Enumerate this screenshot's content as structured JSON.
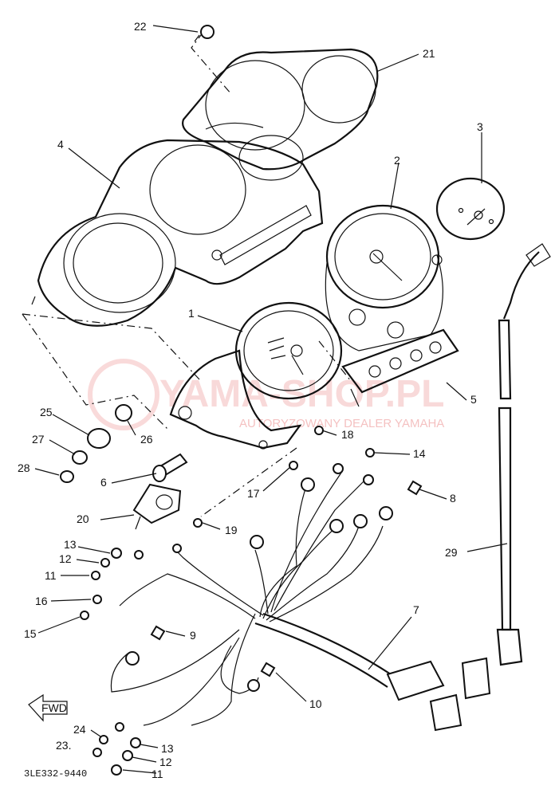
{
  "diagram": {
    "labels": [
      {
        "id": "l22",
        "text": "22"
      },
      {
        "id": "l21",
        "text": "21"
      },
      {
        "id": "l3",
        "text": "3"
      },
      {
        "id": "l4",
        "text": "4"
      },
      {
        "id": "l2",
        "text": "2"
      },
      {
        "id": "l1",
        "text": "1"
      },
      {
        "id": "l5",
        "text": "5"
      },
      {
        "id": "l25",
        "text": "25"
      },
      {
        "id": "l26",
        "text": "26"
      },
      {
        "id": "l27",
        "text": "27"
      },
      {
        "id": "l28",
        "text": "28"
      },
      {
        "id": "l18",
        "text": "18"
      },
      {
        "id": "l14",
        "text": "14"
      },
      {
        "id": "l6",
        "text": "6"
      },
      {
        "id": "l17",
        "text": "17"
      },
      {
        "id": "l8",
        "text": "8"
      },
      {
        "id": "l20",
        "text": "20"
      },
      {
        "id": "l19",
        "text": "19"
      },
      {
        "id": "l13a",
        "text": "13"
      },
      {
        "id": "l12a",
        "text": "12"
      },
      {
        "id": "l11a",
        "text": "11"
      },
      {
        "id": "l29",
        "text": "29"
      },
      {
        "id": "l16",
        "text": "16"
      },
      {
        "id": "l7",
        "text": "7"
      },
      {
        "id": "l15",
        "text": "15"
      },
      {
        "id": "l9",
        "text": "9"
      },
      {
        "id": "l10",
        "text": "10"
      },
      {
        "id": "l24",
        "text": "24"
      },
      {
        "id": "l23",
        "text": "23."
      },
      {
        "id": "l13b",
        "text": "13"
      },
      {
        "id": "l12b",
        "text": "12"
      },
      {
        "id": "l11b",
        "text": "11"
      }
    ],
    "fwd_label": "FWD",
    "code": "3LE332-9440",
    "watermark": {
      "main": "YAMA-SHOP.PL",
      "sub": "AUTORYZOWANY DEALER YAMAHA"
    }
  }
}
